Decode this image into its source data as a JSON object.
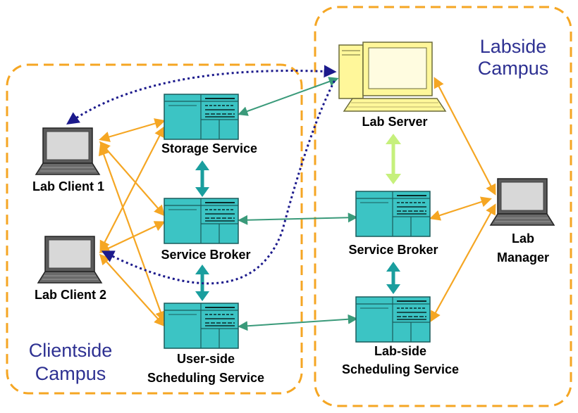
{
  "campuses": {
    "clientside": {
      "line1": "Clientside",
      "line2": "Campus"
    },
    "labside": {
      "line1": "Labside",
      "line2": "Campus"
    }
  },
  "nodes": {
    "lab_client_1": {
      "label": "Lab Client 1",
      "icon": "laptop-icon"
    },
    "lab_client_2": {
      "label": "Lab Client 2",
      "icon": "laptop-icon"
    },
    "storage_service": {
      "label": "Storage Service",
      "icon": "server-rack-icon"
    },
    "service_broker_client": {
      "label": "Service Broker",
      "icon": "server-rack-icon"
    },
    "user_scheduling": {
      "line1": "User-side",
      "line2": "Scheduling Service",
      "icon": "server-rack-icon"
    },
    "lab_server": {
      "label": "Lab Server",
      "icon": "desktop-computer-icon"
    },
    "service_broker_lab": {
      "label": "Service Broker",
      "icon": "server-rack-icon"
    },
    "lab_scheduling": {
      "line1": "Lab-side",
      "line2": "Scheduling Service",
      "icon": "server-rack-icon"
    },
    "lab_manager": {
      "line1": "Lab",
      "line2": "Manager",
      "icon": "laptop-icon"
    }
  },
  "colors": {
    "campus_border": "#f5a623",
    "campus_label": "#2e3192",
    "orange_link": "#f5a623",
    "green_link": "#3a9a7a",
    "teal_link": "#1a9e9e",
    "lime_link": "#c6f07c",
    "dotted_link": "#1c1a8c",
    "server_fill": "#3cc4c4",
    "lab_server_fill": "#fff79a"
  }
}
